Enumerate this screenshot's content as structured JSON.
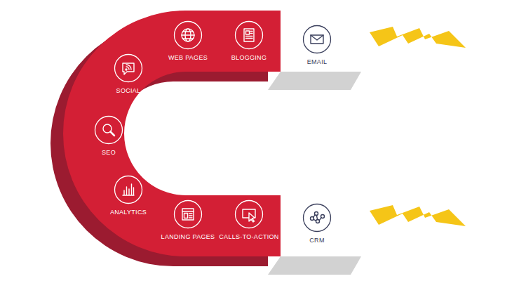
{
  "diagram": {
    "nodes": [
      {
        "text": [
          "WEB PAGES"
        ]
      },
      {
        "text": [
          "BLOGGING"
        ]
      },
      {
        "text": [
          "EMAIL"
        ]
      },
      {
        "text": [
          "SOCIAL"
        ]
      },
      {
        "text": [
          "SEO"
        ]
      },
      {
        "text": [
          "ANALYTICS"
        ]
      },
      {
        "text": [
          "LANDING PAGES"
        ]
      },
      {
        "text": [
          "CALLS-TO-ACTION"
        ]
      },
      {
        "text": [
          "CRM"
        ]
      }
    ]
  }
}
